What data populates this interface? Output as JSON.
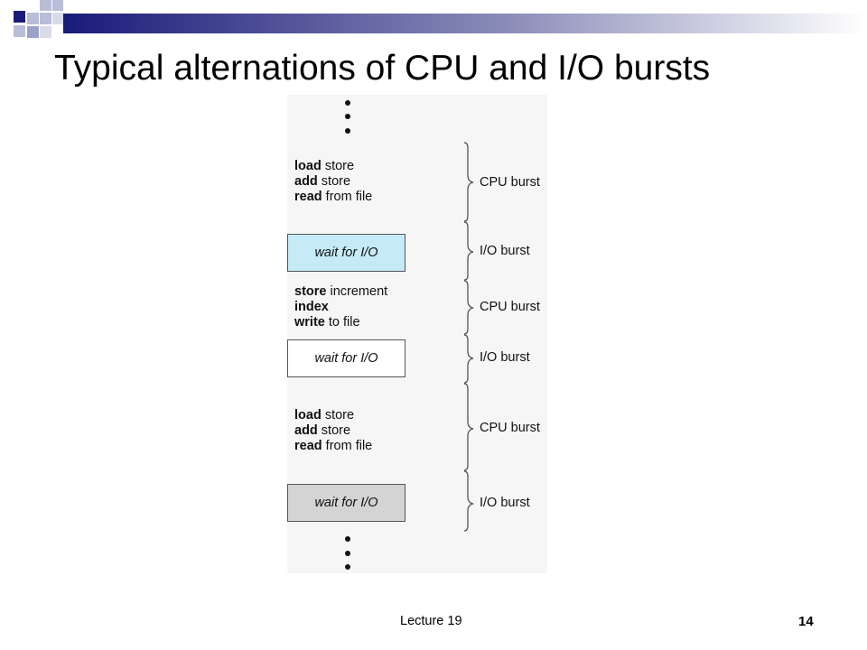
{
  "title": "Typical alternations of CPU and I/O bursts",
  "colors": {
    "banner_dark": "#1a1a7a",
    "banner_light": "#c8cce0",
    "io_box_blue": "#c5ebf8",
    "io_box_white": "#ffffff",
    "io_box_gray": "#d4d4d4"
  },
  "diagram": {
    "code_blocks": [
      {
        "lines": [
          {
            "bold": "load",
            "rest": " store"
          },
          {
            "bold": "add",
            "rest": " store"
          },
          {
            "bold": "read",
            "rest": " from file"
          }
        ]
      },
      {
        "lines": [
          {
            "bold": "store",
            "rest": " increment"
          },
          {
            "bold": "index",
            "rest": ""
          },
          {
            "bold": "write",
            "rest": " to file"
          }
        ]
      },
      {
        "lines": [
          {
            "bold": "load",
            "rest": " store"
          },
          {
            "bold": "add",
            "rest": " store"
          },
          {
            "bold": "read",
            "rest": " from file"
          }
        ]
      }
    ],
    "io_boxes": [
      {
        "label": "wait for I/O"
      },
      {
        "label": "wait for I/O"
      },
      {
        "label": "wait for I/O"
      }
    ],
    "bursts": [
      "CPU burst",
      "I/O burst",
      "CPU burst",
      "I/O burst",
      "CPU burst",
      "I/O burst"
    ]
  },
  "footer": {
    "lecture": "Lecture 19",
    "page": "14"
  }
}
